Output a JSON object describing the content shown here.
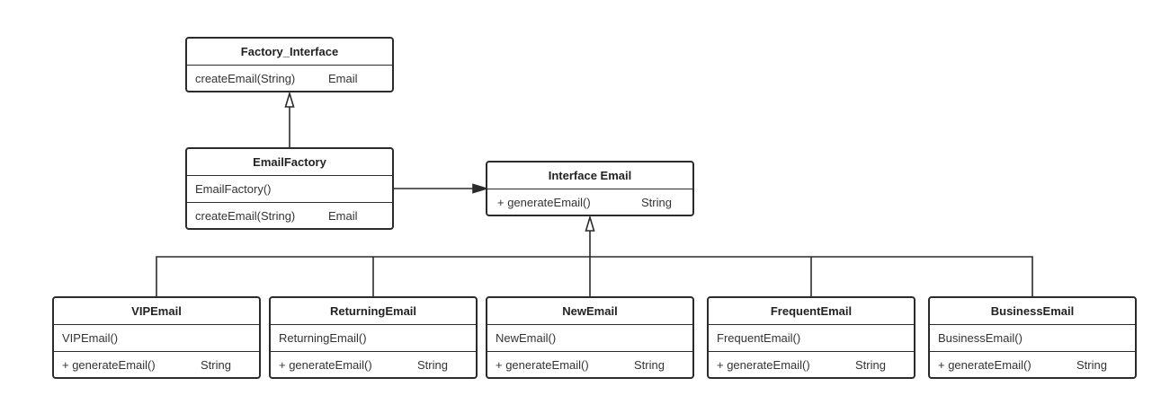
{
  "colors": {
    "stroke": "#2b2b2b",
    "text": "#333333",
    "background": "#ffffff"
  },
  "classes": {
    "factory_interface": {
      "title": "Factory_Interface",
      "method": {
        "signature": "createEmail(String)",
        "type": "Email"
      }
    },
    "email_factory": {
      "title": "EmailFactory",
      "constructor": "EmailFactory()",
      "method": {
        "signature": "createEmail(String)",
        "type": "Email"
      }
    },
    "interface_email": {
      "title": "Interface Email",
      "method": {
        "signature": "+  generateEmail()",
        "type": "String"
      }
    },
    "vip_email": {
      "title": "VIPEmail",
      "constructor": "VIPEmail()",
      "method": {
        "signature": "+ generateEmail()",
        "type": "String"
      }
    },
    "returning_email": {
      "title": "ReturningEmail",
      "constructor": "ReturningEmail()",
      "method": {
        "signature": "+ generateEmail()",
        "type": "String"
      }
    },
    "new_email": {
      "title": "NewEmail",
      "constructor": "NewEmail()",
      "method": {
        "signature": "+ generateEmail()",
        "type": "String"
      }
    },
    "frequent_email": {
      "title": "FrequentEmail",
      "constructor": "FrequentEmail()",
      "method": {
        "signature": "+ generateEmail()",
        "type": "String"
      }
    },
    "business_email": {
      "title": "BusinessEmail",
      "constructor": "BusinessEmail()",
      "method": {
        "signature": "+ generateEmail()",
        "type": "String"
      }
    }
  }
}
